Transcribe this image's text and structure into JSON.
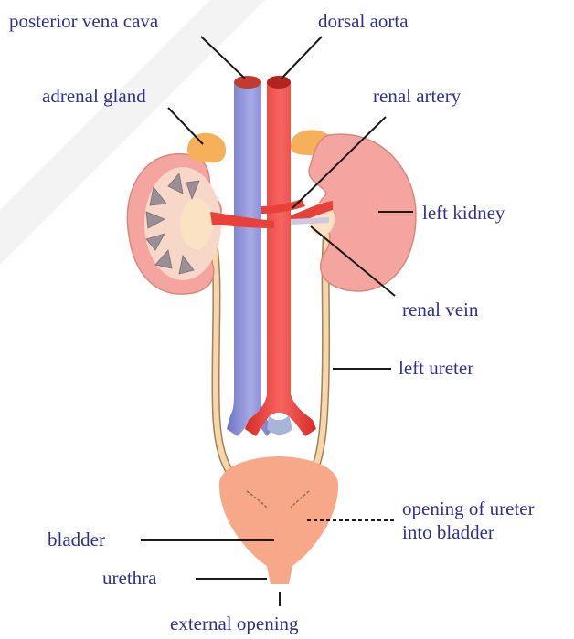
{
  "diagram": {
    "labels": {
      "posterior_vena_cava": "posterior vena cava",
      "dorsal_aorta": "dorsal aorta",
      "adrenal_gland": "adrenal gland",
      "renal_artery": "renal artery",
      "left_kidney": "left kidney",
      "renal_vein": "renal vein",
      "left_ureter": "left ureter",
      "opening_of_ureter_line1": "opening of ureter",
      "opening_of_ureter_line2": "into bladder",
      "bladder": "bladder",
      "urethra": "urethra",
      "external_opening": "external opening"
    },
    "colors": {
      "label_text": "#2e3192",
      "vein": "#8b8fd6",
      "artery": "#ee3c36",
      "kidney": "#f4a5a0",
      "adrenal": "#f6b05a",
      "ureter": "#f7d6a8",
      "bladder": "#f6a888",
      "pointer_line": "#1a1a1a"
    }
  }
}
